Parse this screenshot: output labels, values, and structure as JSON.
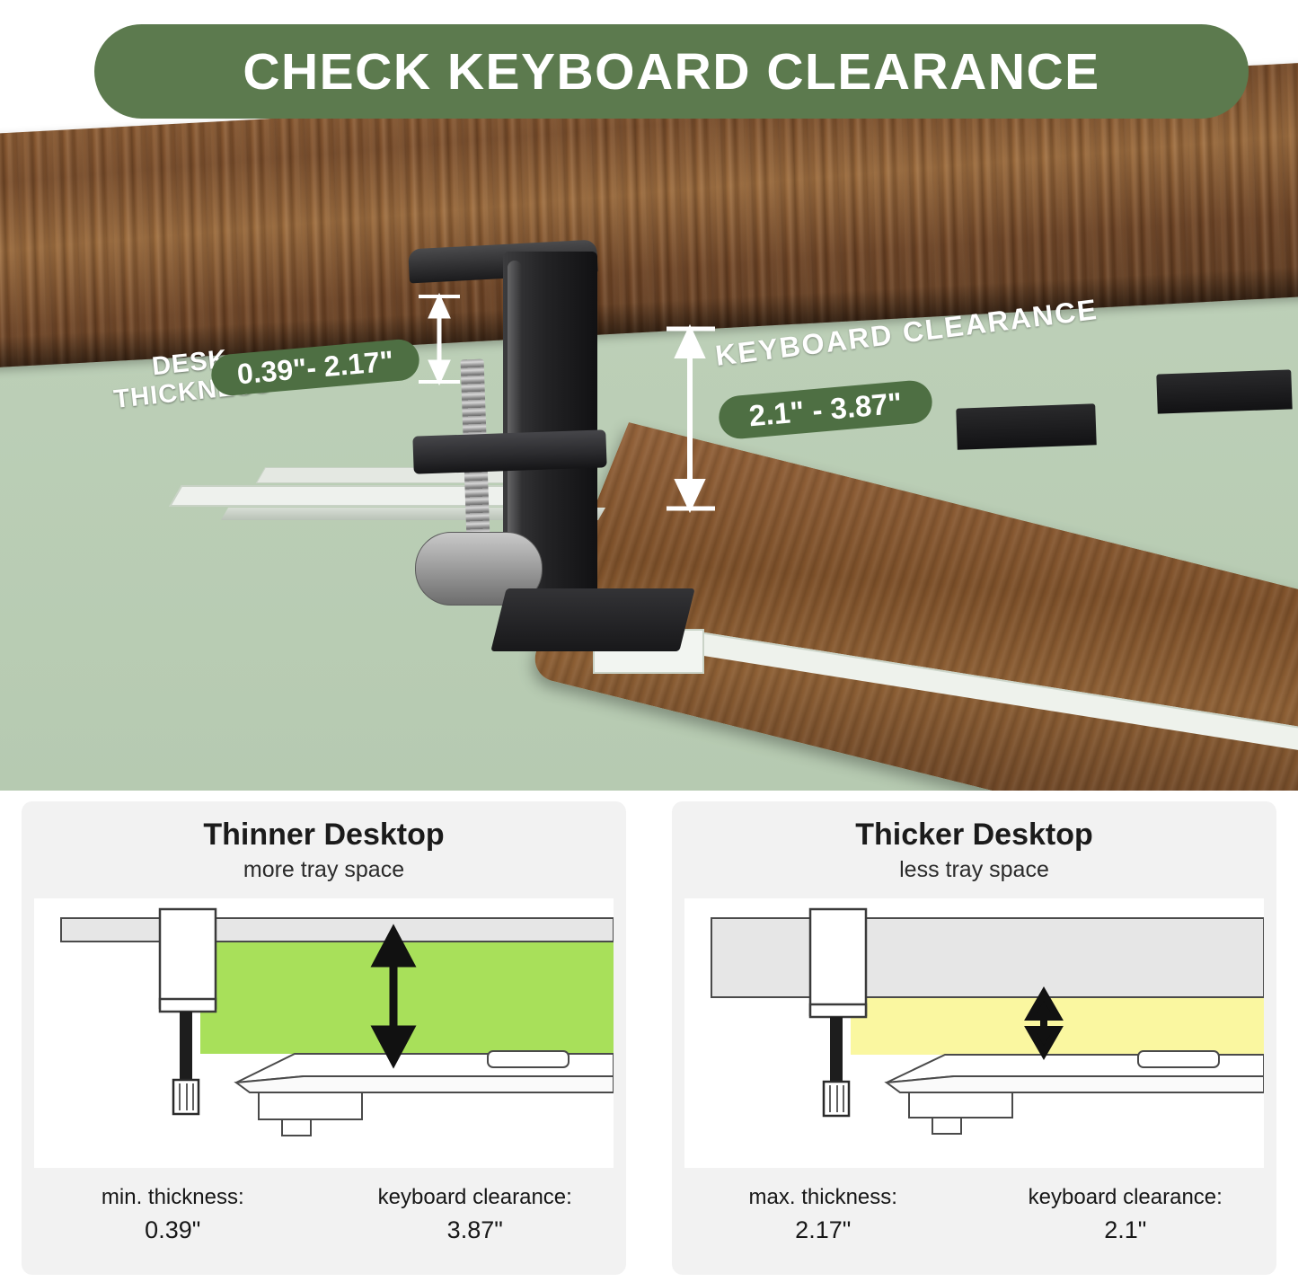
{
  "banner": {
    "title": "CHECK KEYBOARD CLEARANCE"
  },
  "hero": {
    "desk_thickness_label": "DESK THICKNESS",
    "desk_thickness_value": "0.39\"- 2.17\"",
    "keyboard_clearance_label": "KEYBOARD CLEARANCE",
    "keyboard_clearance_value": "2.1\" - 3.87\""
  },
  "panels": [
    {
      "title": "Thinner Desktop",
      "subtitle": "more tray space",
      "highlight_color": "#a8e05a",
      "footer": [
        {
          "label": "min. thickness:",
          "value": "0.39\""
        },
        {
          "label": "keyboard clearance:",
          "value": "3.87\""
        }
      ]
    },
    {
      "title": "Thicker Desktop",
      "subtitle": "less tray space",
      "highlight_color": "#faf7a0",
      "footer": [
        {
          "label": "max. thickness:",
          "value": "2.17\""
        },
        {
          "label": "keyboard clearance:",
          "value": "2.1\""
        }
      ]
    }
  ],
  "colors": {
    "banner_green": "#5c7a4e",
    "pill_green": "#4e6f43",
    "mint_background": "#b9cdb4",
    "panel_background": "#f2f2f2"
  }
}
